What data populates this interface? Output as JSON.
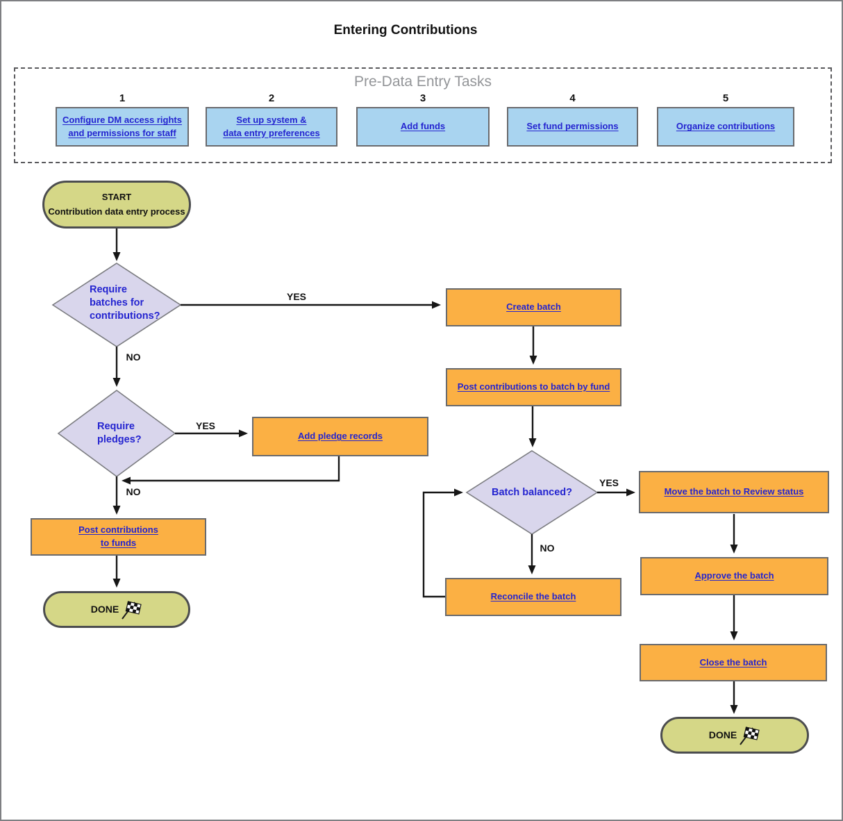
{
  "title": "Entering Contributions",
  "pre_tasks": {
    "heading": "Pre-Data Entry Tasks",
    "items": [
      {
        "num": "1",
        "label": "Configure DM access rights\nand permissions for staff"
      },
      {
        "num": "2",
        "label": "Set up system &\ndata entry preferences"
      },
      {
        "num": "3",
        "label": "Add funds"
      },
      {
        "num": "4",
        "label": "Set fund permissions"
      },
      {
        "num": "5",
        "label": "Organize contributions"
      }
    ]
  },
  "labels": {
    "yes": "YES",
    "no": "NO"
  },
  "nodes": {
    "start": "START\nContribution data entry process",
    "require_batches": "Require\nbatches for\ncontributions?",
    "require_pledges": "Require\npledges?",
    "create_batch": "Create batch",
    "post_batch": "Post contributions to batch by fund",
    "add_pledges": "Add pledge records",
    "post_funds": "Post contributions\nto funds",
    "batch_balanced": "Batch balanced?",
    "move_review": "Move the batch to Review status",
    "reconcile": "Reconcile the batch",
    "approve": "Approve the batch",
    "close": "Close the batch",
    "done": "DONE"
  },
  "icons": {
    "done_flag": "checkered-flag-icon"
  },
  "colors": {
    "process_fill": "#FBB044",
    "task_fill": "#A9D4F0",
    "decision_fill": "#D9D6EC",
    "terminator_fill": "#D5D787",
    "link_blue": "#2424D0",
    "heading_gray": "#939598",
    "line_black": "#161616",
    "dashed_border": "#59595c"
  }
}
